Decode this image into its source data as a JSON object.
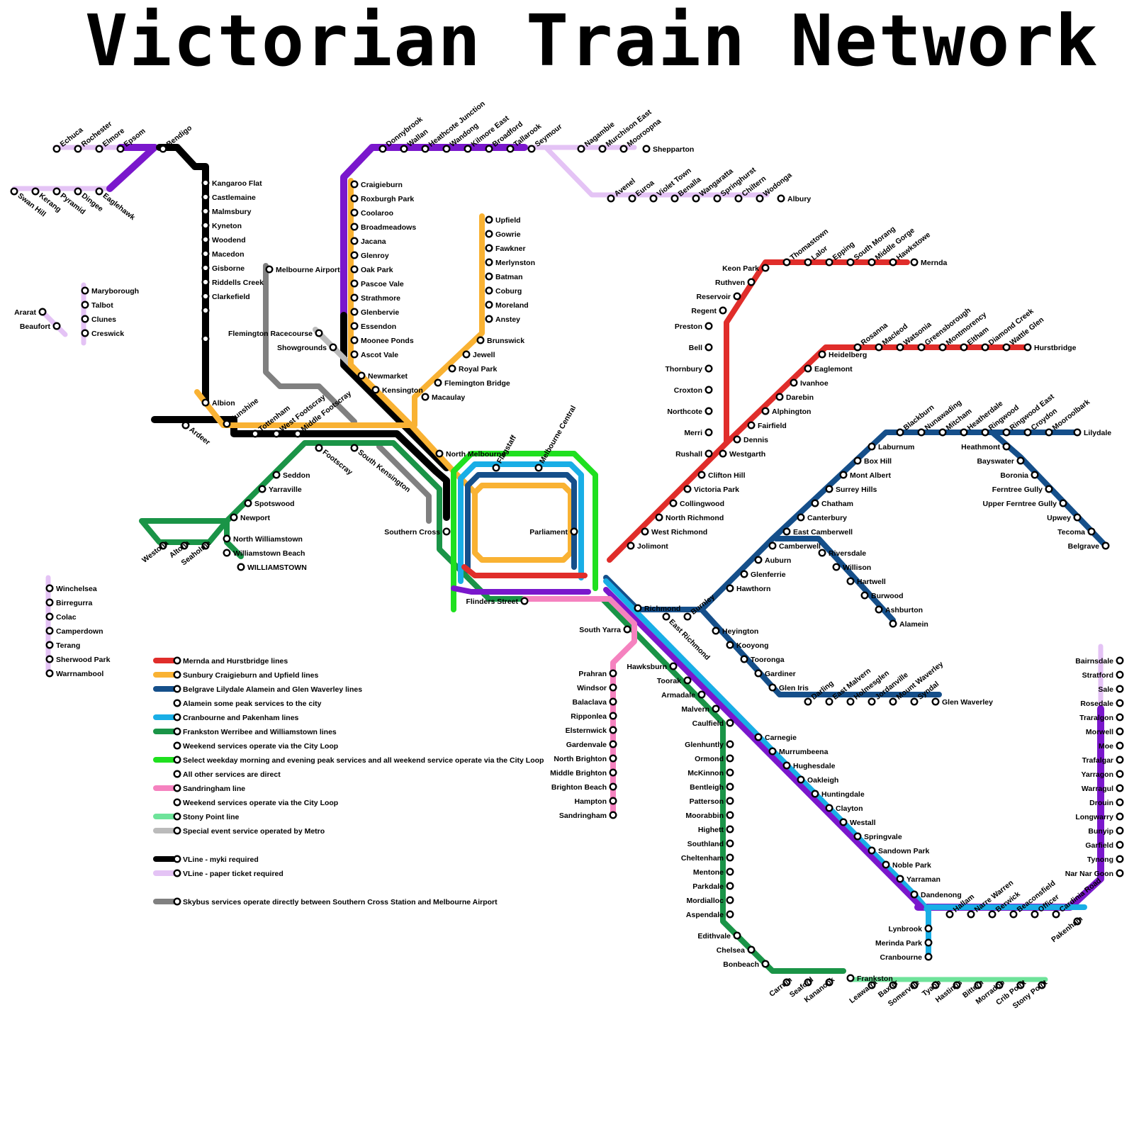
{
  "title": "Victorian Train Network",
  "colors": {
    "mernda": "#e02d2a",
    "sunbury": "#f9b233",
    "belgrave": "#154f8a",
    "cranbourne": "#19aee6",
    "frankston": "#1a9447",
    "cityloop": "#1fe01f",
    "sandringham": "#f582bf",
    "stonypoint": "#6ee39a",
    "special": "#bbbbbb",
    "vline": "#000000",
    "vlinepaper": "#e4c3f5",
    "skybus": "#808080",
    "purple": "#7a17cc"
  },
  "legend": [
    {
      "label": "Mernda and Hurstbridge lines",
      "color": "#e02d2a",
      "sub": null
    },
    {
      "label": "Sunbury Craigieburn and Upfield lines",
      "color": "#f9b233",
      "sub": null
    },
    {
      "label": "Belgrave Lilydale Alamein and Glen Waverley lines",
      "color": "#154f8a",
      "sub": "Alamein some peak services to the city"
    },
    {
      "label": "Cranbourne and Pakenham lines",
      "color": "#19aee6",
      "sub": null
    },
    {
      "label": "Frankston Werribee and Williamstown lines",
      "color": "#1a9447",
      "sub": "Weekend services operate via the City Loop"
    },
    {
      "label": "Select weekday morning and evening peak services and all weekend service operate via the City Loop",
      "color": "#1fe01f",
      "sub": "All other services are direct"
    },
    {
      "label": "Sandringham line",
      "color": "#f582bf",
      "sub": "Weekend services operate via the City Loop"
    },
    {
      "label": "Stony Point line",
      "color": "#6ee39a",
      "sub": null
    },
    {
      "label": "Special event service operated by Metro",
      "color": "#bbbbbb",
      "sub": null
    },
    {
      "label": "VLine - myki required",
      "color": "#000000",
      "sub": null
    },
    {
      "label": "VLine - paper ticket required",
      "color": "#e4c3f5",
      "sub": null
    },
    {
      "label": "Skybus services operate directly between Southern Cross Station and Melbourne Airport",
      "color": "#808080",
      "sub": null
    }
  ],
  "stations": {
    "north_vline": [
      "Echuca",
      "Rochester",
      "Elmore",
      "Epsom",
      "Bendigo"
    ],
    "swan_hill": [
      "Swan Hill",
      "Kerang",
      "Pyramid",
      "Dingee",
      "Eaglehawk"
    ],
    "bendigo_line": [
      "Kangaroo Flat",
      "Castlemaine",
      "Malmsbury",
      "Kyneton",
      "Woodend",
      "Macedon",
      "Gisborne",
      "Riddells Creek",
      "Clarkefield",
      "Albion"
    ],
    "seymour": [
      "Donnybrook",
      "Wallan",
      "Heathcote Junction",
      "Wandong",
      "Kilmore East",
      "Broadford",
      "Tallarook",
      "Seymour",
      "Nagambie",
      "Murchison East",
      "Mooroopna",
      "Shepparton"
    ],
    "albury": [
      "Avenel",
      "Euroa",
      "Violet Town",
      "Benalla",
      "Wangaratta",
      "Springhurst",
      "Chiltern",
      "Wodonga",
      "Albury"
    ],
    "craigieburn": [
      "Craigieburn",
      "Roxburgh Park",
      "Coolaroo",
      "Broadmeadows",
      "Jacana",
      "Glenroy",
      "Oak Park",
      "Pascoe Vale",
      "Strathmore",
      "Glenbervie",
      "Essendon",
      "Moonee Ponds",
      "Ascot Vale",
      "Newmarket",
      "Kensington"
    ],
    "upfield": [
      "Upfield",
      "Gowrie",
      "Fawkner",
      "Merlynston",
      "Batman",
      "Coburg",
      "Moreland",
      "Anstey",
      "Brunswick",
      "Jewell",
      "Royal Park",
      "Flemington Bridge",
      "Macaulay",
      "North Melbourne"
    ],
    "ballarat": [
      "Maryborough",
      "Talbot",
      "Clunes",
      "Creswick"
    ],
    "ararat": [
      "Ararat",
      "Beaufort"
    ],
    "warrnambool": [
      "Winchelsea",
      "Birregurra",
      "Colac",
      "Camperdown",
      "Terang",
      "Sherwood Park",
      "Warrnambool"
    ],
    "airport": [
      "Melbourne Airport",
      "Flemington Racecourse",
      "Showgrounds"
    ],
    "sunbury": [
      "Ardeer",
      "Sunshine",
      "Tottenham",
      "West Footscray",
      "Middle Footscray",
      "Footscray",
      "South Kensington"
    ],
    "werribee": [
      "Seddon",
      "Yarraville",
      "Spotswood",
      "Newport",
      "North Williamstown",
      "Williamstown Beach",
      "WILLIAMSTOWN",
      "Westona",
      "Altona",
      "Seaholme"
    ],
    "city": [
      "Southern Cross",
      "Flagstaff",
      "Melbourne Central",
      "Parliament",
      "Flinders Street",
      "Richmond",
      "South Yarra",
      "East Richmond",
      "Burnley"
    ],
    "mernda": [
      "Keon Park",
      "Thomastown",
      "Lalor",
      "Epping",
      "South Morang",
      "Middle Gorge",
      "Hawkstowe",
      "Mernda",
      "Ruthven",
      "Reservoir",
      "Regent",
      "Preston",
      "Bell",
      "Thornbury",
      "Croxton",
      "Northcote",
      "Merri",
      "Rushall",
      "Clifton Hill",
      "Victoria Park",
      "Collingwood",
      "North Richmond",
      "West Richmond",
      "Jolimont"
    ],
    "hurstbridge": [
      "Heidelberg",
      "Rosanna",
      "Macleod",
      "Watsonia",
      "Greensborough",
      "Montmorency",
      "Eltham",
      "Diamond Creek",
      "Wattle Glen",
      "Hurstbridge",
      "Eaglemont",
      "Ivanhoe",
      "Darebin",
      "Alphington",
      "Fairfield",
      "Dennis",
      "Westgarth"
    ],
    "belgrave": [
      "Blackburn",
      "Nunawading",
      "Mitcham",
      "Heatherdale",
      "Ringwood",
      "Ringwood East",
      "Croydon",
      "Mooroolbark",
      "Lilydale",
      "Laburnum",
      "Box Hill",
      "Mont Albert",
      "Surrey Hills",
      "Chatham",
      "Canterbury",
      "East Camberwell",
      "Camberwell",
      "Auburn",
      "Glenferrie",
      "Hawthorn",
      "Heathmont",
      "Bayswater",
      "Boronia",
      "Ferntree Gully",
      "Upper Ferntree Gully",
      "Upwey",
      "Tecoma",
      "Belgrave"
    ],
    "alamein": [
      "Riversdale",
      "Willison",
      "Hartwell",
      "Burwood",
      "Ashburton",
      "Alamein"
    ],
    "glen_waverley": [
      "Heyington",
      "Kooyong",
      "Tooronga",
      "Gardiner",
      "Glen Iris",
      "Darling",
      "East Malvern",
      "Holmesglen",
      "Jordanville",
      "Mount Waverley",
      "Syndal",
      "Glen Waverley"
    ],
    "sandringham": [
      "Prahran",
      "Windsor",
      "Balaclava",
      "Ripponlea",
      "Elsternwick",
      "Gardenvale",
      "North Brighton",
      "Middle Brighton",
      "Brighton Beach",
      "Hampton",
      "Sandringham"
    ],
    "frankston": [
      "Hawksburn",
      "Toorak",
      "Armadale",
      "Malvern",
      "Caulfield",
      "Glenhuntly",
      "Ormond",
      "McKinnon",
      "Bentleigh",
      "Patterson",
      "Moorabbin",
      "Highett",
      "Southland",
      "Cheltenham",
      "Mentone",
      "Parkdale",
      "Mordialloc",
      "Aspendale",
      "Edithvale",
      "Chelsea",
      "Bonbeach",
      "Carrum",
      "Seaford",
      "Kananook",
      "Frankston"
    ],
    "dandenong": [
      "Carnegie",
      "Murrumbeena",
      "Hughesdale",
      "Oakleigh",
      "Huntingdale",
      "Clayton",
      "Westall",
      "Springvale",
      "Sandown Park",
      "Noble Park",
      "Yarraman",
      "Dandenong",
      "Hallam",
      "Narre Warren",
      "Berwick",
      "Beaconsfield",
      "Officer",
      "Cardinia Road",
      "Pakenham",
      "Lynbrook",
      "Merinda Park",
      "Cranbourne"
    ],
    "stony_point": [
      "Leawarra",
      "Baxter",
      "Somerville",
      "Tyabb",
      "Hastings",
      "Bittern",
      "Morradoo",
      "Crib Point",
      "Stony Point"
    ],
    "gippsland": [
      "Bairnsdale",
      "Stratford",
      "Sale",
      "Rosedale",
      "Traralgon",
      "Morwell",
      "Moe",
      "Trafalgar",
      "Yarragon",
      "Warragul",
      "Drouin",
      "Longwarry",
      "Bunyip",
      "Garfield",
      "Tynong",
      "Nar Nar Goon"
    ]
  }
}
